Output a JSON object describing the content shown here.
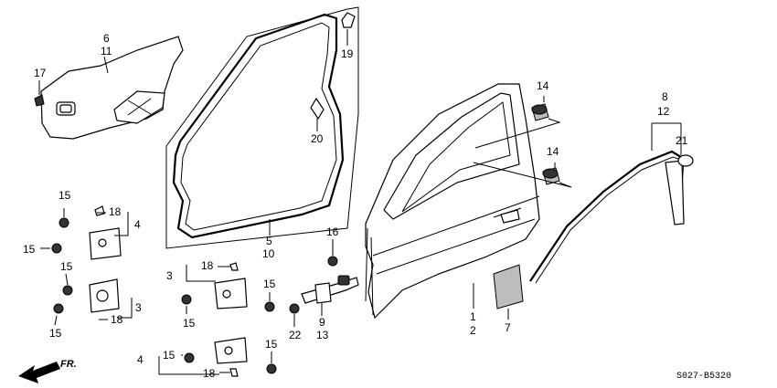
{
  "diagram": {
    "code": "S027-B5320",
    "direction_label": "FR.",
    "callouts": [
      {
        "id": "c1",
        "text": "6"
      },
      {
        "id": "c2",
        "text": "11"
      },
      {
        "id": "c3",
        "text": "17"
      },
      {
        "id": "c4",
        "text": "19"
      },
      {
        "id": "c5",
        "text": "20"
      },
      {
        "id": "c6",
        "text": "5"
      },
      {
        "id": "c7",
        "text": "10"
      },
      {
        "id": "c8",
        "text": "14"
      },
      {
        "id": "c9",
        "text": "14"
      },
      {
        "id": "c10",
        "text": "8"
      },
      {
        "id": "c11",
        "text": "12"
      },
      {
        "id": "c12",
        "text": "21"
      },
      {
        "id": "c13",
        "text": "15"
      },
      {
        "id": "c14",
        "text": "18"
      },
      {
        "id": "c15",
        "text": "4"
      },
      {
        "id": "c16",
        "text": "15"
      },
      {
        "id": "c17",
        "text": "15"
      },
      {
        "id": "c18",
        "text": "15"
      },
      {
        "id": "c19",
        "text": "18"
      },
      {
        "id": "c20",
        "text": "3"
      },
      {
        "id": "c21",
        "text": "3"
      },
      {
        "id": "c22",
        "text": "18"
      },
      {
        "id": "c23",
        "text": "15"
      },
      {
        "id": "c24",
        "text": "15"
      },
      {
        "id": "c25",
        "text": "16"
      },
      {
        "id": "c26",
        "text": "9"
      },
      {
        "id": "c27",
        "text": "13"
      },
      {
        "id": "c28",
        "text": "22"
      },
      {
        "id": "c29",
        "text": "1"
      },
      {
        "id": "c30",
        "text": "2"
      },
      {
        "id": "c31",
        "text": "7"
      },
      {
        "id": "c32",
        "text": "4"
      },
      {
        "id": "c33",
        "text": "15"
      },
      {
        "id": "c34",
        "text": "18"
      },
      {
        "id": "c35",
        "text": "15"
      }
    ]
  }
}
